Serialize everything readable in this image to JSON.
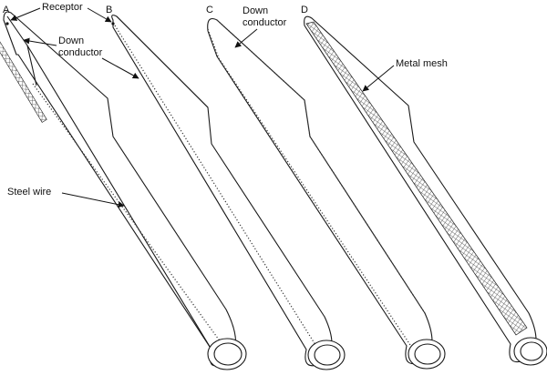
{
  "panels": [
    {
      "letter": "A"
    },
    {
      "letter": "B"
    },
    {
      "letter": "C"
    },
    {
      "letter": "D"
    }
  ],
  "labels": {
    "receptor": "Receptor",
    "down_conductor_ab_line1": "Down",
    "down_conductor_ab_line2": "conductor",
    "down_conductor_c_line1": "Down",
    "down_conductor_c_line2": "conductor",
    "metal_mesh": "Metal mesh",
    "steel_wire": "Steel wire"
  }
}
